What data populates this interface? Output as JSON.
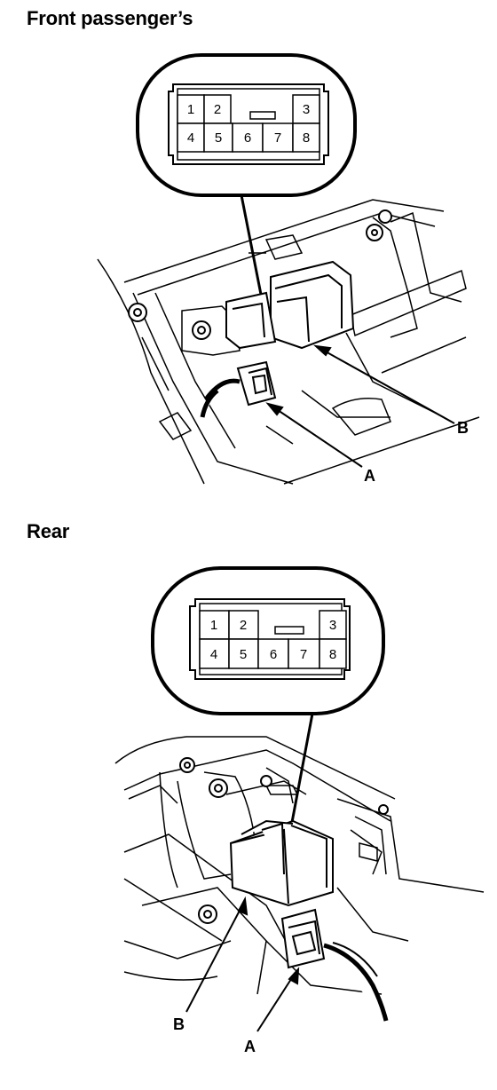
{
  "sections": {
    "front": {
      "title": "Front passenger’s",
      "connector_pins": {
        "top_row": [
          "1",
          "2",
          "3"
        ],
        "bottom_row": [
          "4",
          "5",
          "6",
          "7",
          "8"
        ]
      },
      "callouts": {
        "a": "A",
        "b": "B"
      }
    },
    "rear": {
      "title": "Rear",
      "connector_pins": {
        "top_row": [
          "1",
          "2",
          "3"
        ],
        "bottom_row": [
          "4",
          "5",
          "6",
          "7",
          "8"
        ]
      },
      "callouts": {
        "a": "A",
        "b": "B"
      }
    }
  }
}
